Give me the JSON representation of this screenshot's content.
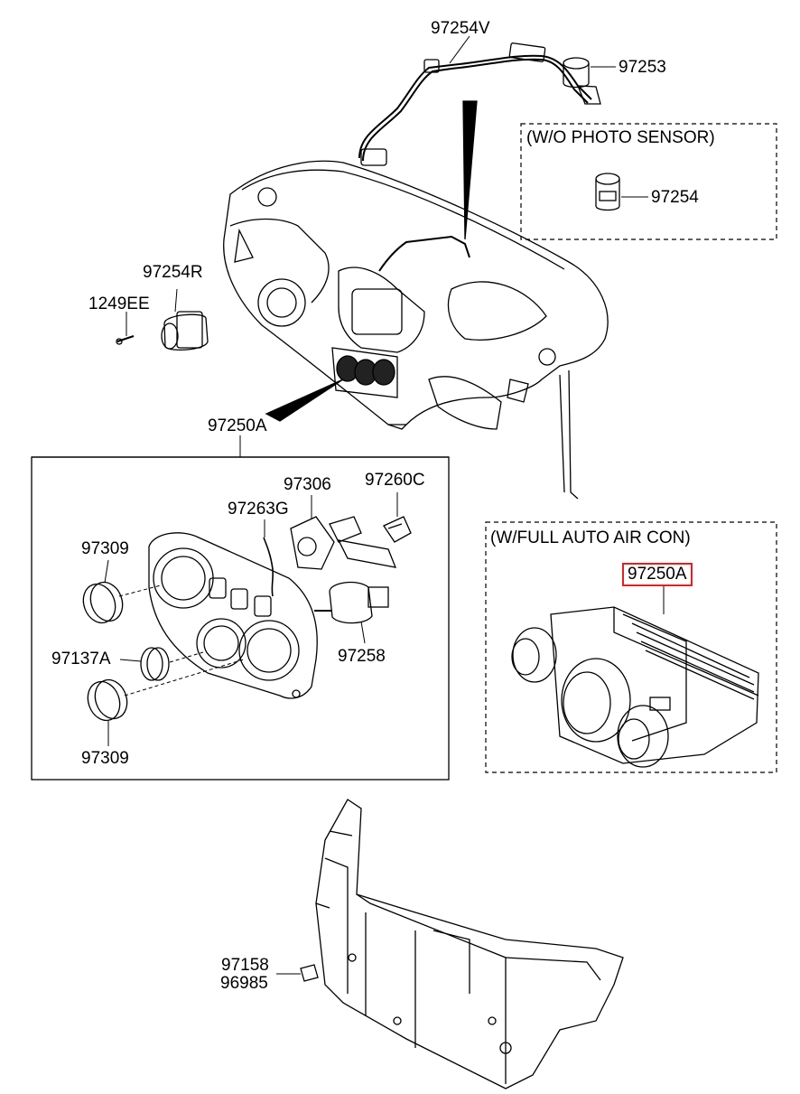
{
  "callouts": {
    "p97254V": "97254V",
    "p97253": "97253",
    "p97254": "97254",
    "p97254R": "97254R",
    "p1249EE": "1249EE",
    "p97250A_main": "97250A",
    "p97306": "97306",
    "p97260C": "97260C",
    "p97263G": "97263G",
    "p97309_top": "97309",
    "p97137A": "97137A",
    "p97258": "97258",
    "p97309_bottom": "97309",
    "p97250A_auto": "97250A",
    "p97158": "97158",
    "p96985": "96985"
  },
  "boxes": {
    "photo_sensor_title": "(W/O PHOTO SENSOR)",
    "auto_air_title": "(W/FULL AUTO AIR CON)"
  },
  "colors": {
    "line": "#000000",
    "highlight": "#e02020"
  }
}
